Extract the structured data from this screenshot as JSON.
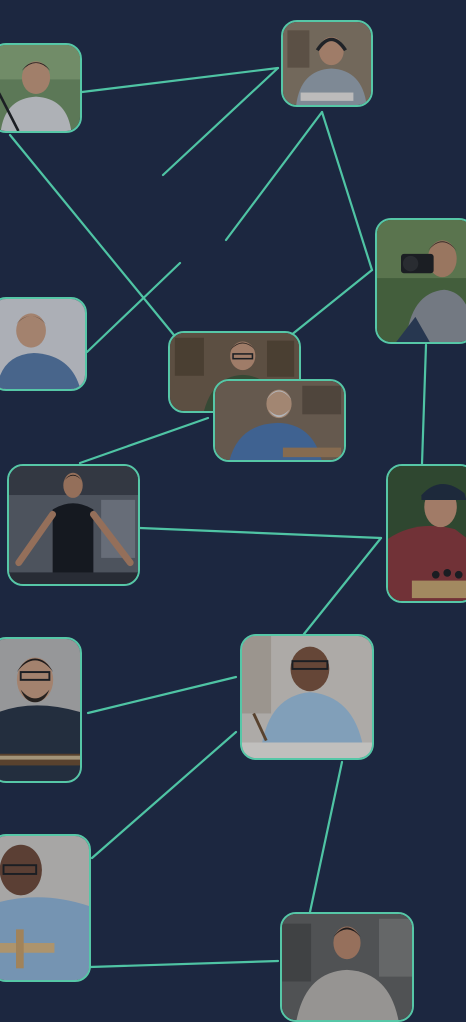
{
  "canvas": {
    "background": "#1c2740",
    "accent": "#56c7a7",
    "line_color": "#4fc4a4"
  },
  "profiles": [
    {
      "id": "p1",
      "subject": "man-with-fishing-rod",
      "bg": "#6f8f5e",
      "shirt": "#d8d8d8",
      "skin": "#c79876",
      "hair": "#2b2119"
    },
    {
      "id": "p2",
      "subject": "man-with-headphones-studying",
      "bg": "#8b7a63",
      "shirt": "#9aa4ad",
      "skin": "#c49474",
      "hair": "#2a221b"
    },
    {
      "id": "p3",
      "subject": "photographer-with-camera",
      "bg": "#4f6e3c",
      "shirt": "#8c9095",
      "skin": "#bd8c6a",
      "hair": "#3b2c20"
    },
    {
      "id": "p4",
      "subject": "man-in-denim-shirt",
      "bg": "#d5d5d8",
      "shirt": "#5577a0",
      "skin": "#c99b7b",
      "hair": "#3d3128"
    },
    {
      "id": "p5",
      "subject": "man-with-glasses-at-workbench",
      "bg": "#6f5a43",
      "shirt": "#3e5233",
      "skin": "#c49474",
      "hair": "#3a2b1e"
    },
    {
      "id": "p6",
      "subject": "elderly-woodworker",
      "bg": "#7a6752",
      "shirt": "#4a72a8",
      "skin": "#c8a080",
      "hair": "#e0e0e0"
    },
    {
      "id": "p7",
      "subject": "man-skipping-rope-in-gym",
      "bg": "#5b5f66",
      "shirt": "#141518",
      "skin": "#b78362",
      "hair": "#1f1813"
    },
    {
      "id": "p8",
      "subject": "man-playing-chess",
      "bg": "#35502c",
      "shirt": "#8a3535",
      "skin": "#c79272",
      "hair": "#1e2a3a"
    },
    {
      "id": "p9",
      "subject": "man-painting-at-table",
      "bg": "#d7cfc4",
      "shirt": "#9ec0dc",
      "skin": "#7a4f35",
      "hair": "#2b2119"
    },
    {
      "id": "p10",
      "subject": "man-with-guitar",
      "bg": "#b9b7b3",
      "shirt": "#26303e",
      "skin": "#c99b7b",
      "hair": "#1f1813"
    },
    {
      "id": "p11",
      "subject": "man-with-model-airplane",
      "bg": "#cfcac2",
      "shirt": "#8fb2d2",
      "skin": "#6e4631",
      "hair": "#6e4631"
    },
    {
      "id": "p12",
      "subject": "smiling-man-in-workshop",
      "bg": "#5f5e5a",
      "shirt": "#b9b3aa",
      "skin": "#b98464",
      "hair": "#1f1813"
    }
  ],
  "connections": [
    [
      "p1",
      "p2"
    ],
    [
      "p1",
      "p5"
    ],
    [
      "p2",
      "p3"
    ],
    [
      "p2",
      "p3b"
    ],
    [
      "p3",
      "p5"
    ],
    [
      "p3",
      "p8"
    ],
    [
      "p4",
      "p5"
    ],
    [
      "p6",
      "p7"
    ],
    [
      "p7",
      "p8"
    ],
    [
      "p8",
      "p9"
    ],
    [
      "p9",
      "p10"
    ],
    [
      "p9",
      "p11"
    ],
    [
      "p9",
      "p12"
    ],
    [
      "p11",
      "p12"
    ]
  ]
}
